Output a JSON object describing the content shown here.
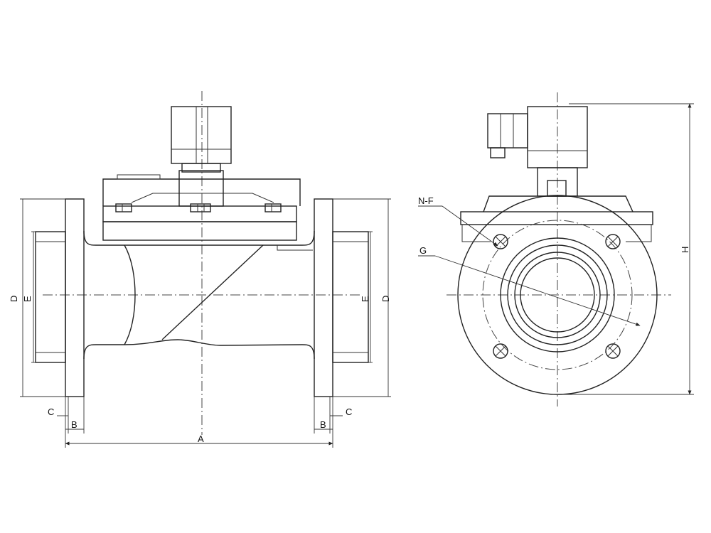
{
  "drawing": {
    "labels": {
      "A": "A",
      "B_left": "B",
      "B_right": "B",
      "C_left": "C",
      "C_right": "C",
      "D_left": "D",
      "D_right": "D",
      "E_left": "E",
      "E_right": "E",
      "H": "H",
      "N_F": "N-F",
      "G": "G"
    }
  }
}
